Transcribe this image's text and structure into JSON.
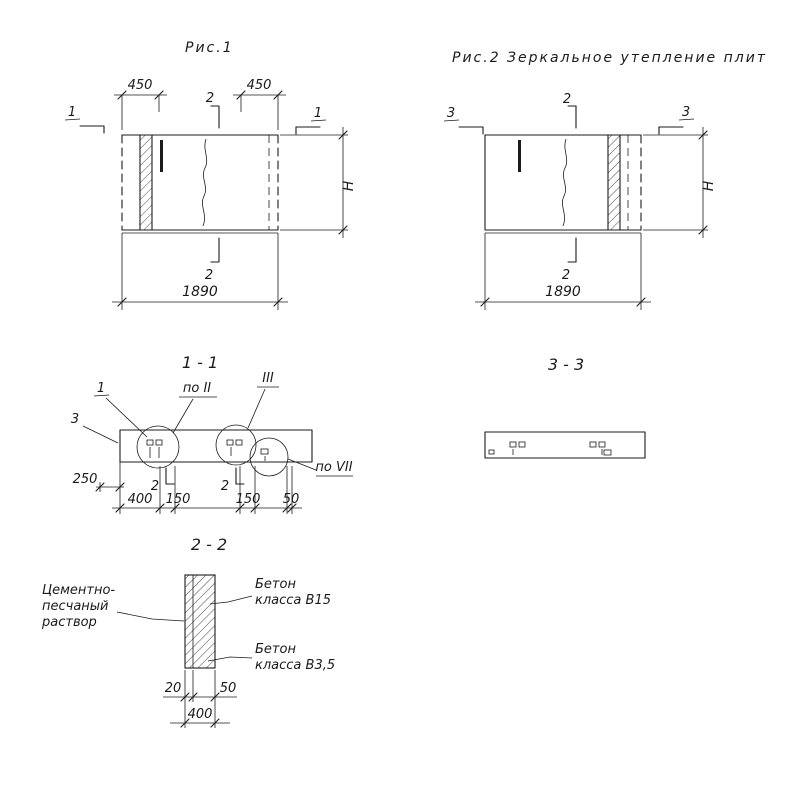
{
  "header": {
    "fig1": "Рис.1",
    "fig2": "Рис.2   Зеркальное утепление плит"
  },
  "elev_left": {
    "dim_450_left": "450",
    "dim_450_right": "450",
    "mark_1_left": "1",
    "mark_1_right": "1",
    "mark_2_top": "2",
    "mark_2_bottom": "2",
    "dim_width": "1890",
    "dim_height": "H"
  },
  "elev_right": {
    "mark_3_left": "3",
    "mark_3_right": "3",
    "mark_2_top": "2",
    "mark_2_bottom": "2",
    "dim_width": "1890",
    "dim_height": "H"
  },
  "section11": {
    "title": "1 - 1",
    "callout_1": "1",
    "callout_3": "3",
    "label_po2": "по II",
    "label_iii": "III",
    "label_po7": "по VII",
    "mark_2a": "2",
    "mark_2b": "2",
    "dim_250": "250",
    "dim_400": "400",
    "dim_150a": "150",
    "dim_150b": "150",
    "dim_50": "50"
  },
  "section33": {
    "title": "3 - 3"
  },
  "section22": {
    "title": "2 - 2",
    "mortar_line1": "Цементно-",
    "mortar_line2": "песчаный",
    "mortar_line3": "раствор",
    "b15_line1": "Бетон",
    "b15_line2": "класса В15",
    "b35_line1": "Бетон",
    "b35_line2": "класса В3,5",
    "dim_20": "20",
    "dim_50": "50",
    "dim_400": "400"
  },
  "colors": {
    "ink": "#1b1b1b",
    "paper": "#ffffff"
  }
}
